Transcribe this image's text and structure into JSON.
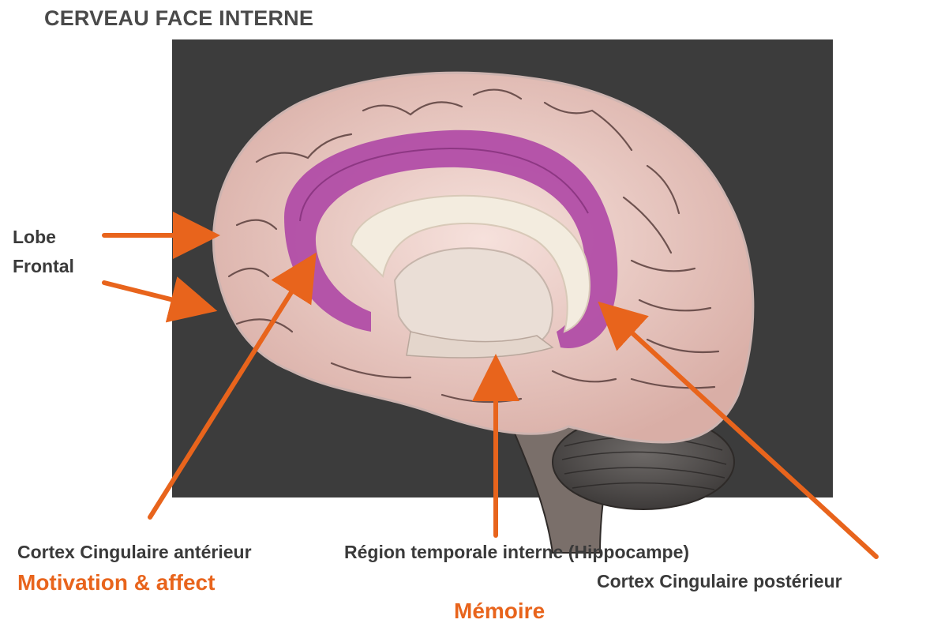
{
  "title": "CERVEAU FACE INTERNE",
  "labels": {
    "frontal_line1": "Lobe",
    "frontal_line2": "Frontal",
    "anterior_cingulate": "Cortex Cingulaire antérieur",
    "anterior_function": "Motivation & affect",
    "temporal": "Région temporale interne (Hippocampe)",
    "temporal_function": "Mémoire",
    "posterior_cingulate": "Cortex Cingulaire postérieur"
  },
  "colors": {
    "accent_orange": "#e8641c",
    "text_gray": "#3a3a3a",
    "background_panel": "#3c3c3c",
    "cortex_pink": "#efd1cc",
    "cingulate_magenta": "#b04aa6",
    "corpus_callosum": "#f3ecdf"
  }
}
